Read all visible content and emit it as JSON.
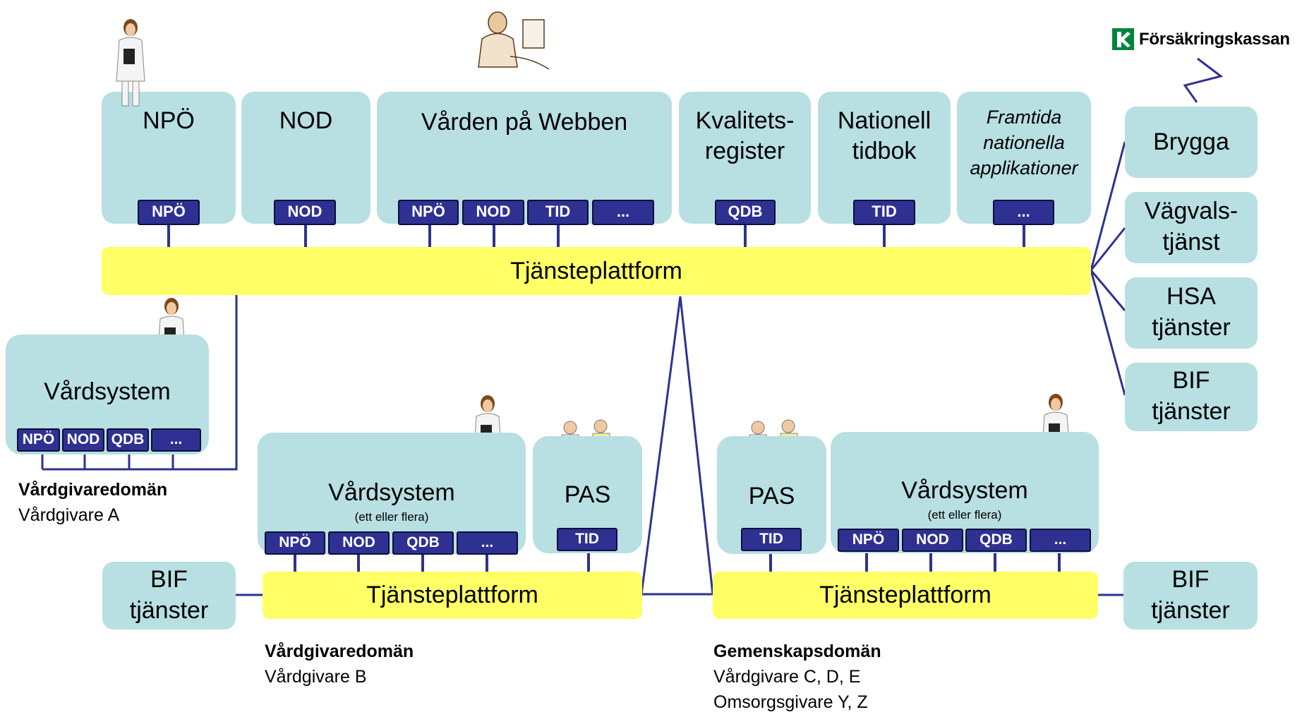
{
  "top_apps": [
    {
      "title": "NPÖ",
      "tags": [
        "NPÖ"
      ]
    },
    {
      "title": "NOD",
      "tags": [
        "NOD"
      ]
    },
    {
      "title": "Vården på Webben",
      "tags": [
        "NPÖ",
        "NOD",
        "TID",
        "..."
      ]
    },
    {
      "title_lines": [
        "Kvalitets-",
        "register"
      ],
      "tags": [
        "QDB"
      ]
    },
    {
      "title_lines": [
        "Nationell",
        "tidbok"
      ],
      "tags": [
        "TID"
      ]
    },
    {
      "title_lines": [
        "Framtida",
        "nationella",
        "applikationer"
      ],
      "tags": [
        "..."
      ]
    }
  ],
  "national_platform": "Tjänsteplattform",
  "right_services": [
    {
      "lines": [
        "Brygga"
      ]
    },
    {
      "lines": [
        "Vägvals-",
        "tjänst"
      ]
    },
    {
      "lines": [
        "HSA",
        "tjänster"
      ]
    },
    {
      "lines": [
        "BIF",
        "tjänster"
      ]
    }
  ],
  "logo_text": "Försäkringskassan",
  "domain_a": {
    "system": "Vårdsystem",
    "tags": [
      "NPÖ",
      "NOD",
      "QDB",
      "..."
    ],
    "label_bold": "Vårdgivaredomän",
    "label": "Vårdgivare A"
  },
  "domain_b": {
    "system": "Vårdsystem",
    "system_sub": "(ett eller flera)",
    "tags": [
      "NPÖ",
      "NOD",
      "QDB",
      "..."
    ],
    "pas": "PAS",
    "pas_tag": "TID",
    "platform": "Tjänsteplattform",
    "bif": [
      "BIF",
      "tjänster"
    ],
    "label_bold": "Vårdgivaredomän",
    "label": "Vårdgivare B"
  },
  "domain_c": {
    "pas": "PAS",
    "pas_tag": "TID",
    "system": "Vårdsystem",
    "system_sub": "(ett eller flera)",
    "tags": [
      "NPÖ",
      "NOD",
      "QDB",
      "..."
    ],
    "platform": "Tjänsteplattform",
    "bif": [
      "BIF",
      "tjänster"
    ],
    "label_bold": "Gemenskapsdomän",
    "labels": [
      "Vårdgivare C, D, E",
      "Omsorgsgivare Y, Z"
    ]
  }
}
